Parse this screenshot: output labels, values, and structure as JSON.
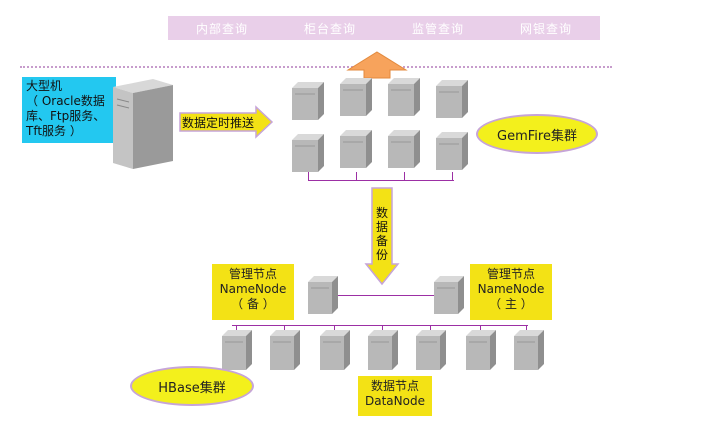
{
  "top_tabs": [
    {
      "label": "内部查询"
    },
    {
      "label": "柜台查询"
    },
    {
      "label": "监管查询"
    },
    {
      "label": "网银查询"
    }
  ],
  "mainframe": {
    "lines": [
      "大型机",
      "（ Oracle数据",
      "库、Ftp服务、",
      "Tft服务 ）"
    ]
  },
  "push_label": "数据定时推送",
  "gemfire_label": "GemFire集群",
  "backup_label": [
    "数",
    "据",
    "备",
    "份"
  ],
  "namenode_standby": {
    "lines": [
      "管理节点",
      "NameNode",
      "（ 备 ）"
    ]
  },
  "namenode_primary": {
    "lines": [
      "管理节点",
      "NameNode",
      "（ 主 ）"
    ]
  },
  "hbase_label": "HBase集群",
  "datanode": {
    "lines": [
      "数据节点",
      "DataNode"
    ]
  },
  "colors": {
    "tab_bg": "#e9cfe9",
    "connector": "#9c2fa4",
    "yellow": "#f3e215",
    "cyan": "#23c8f0",
    "arrow_orange": "#f7a35c"
  }
}
